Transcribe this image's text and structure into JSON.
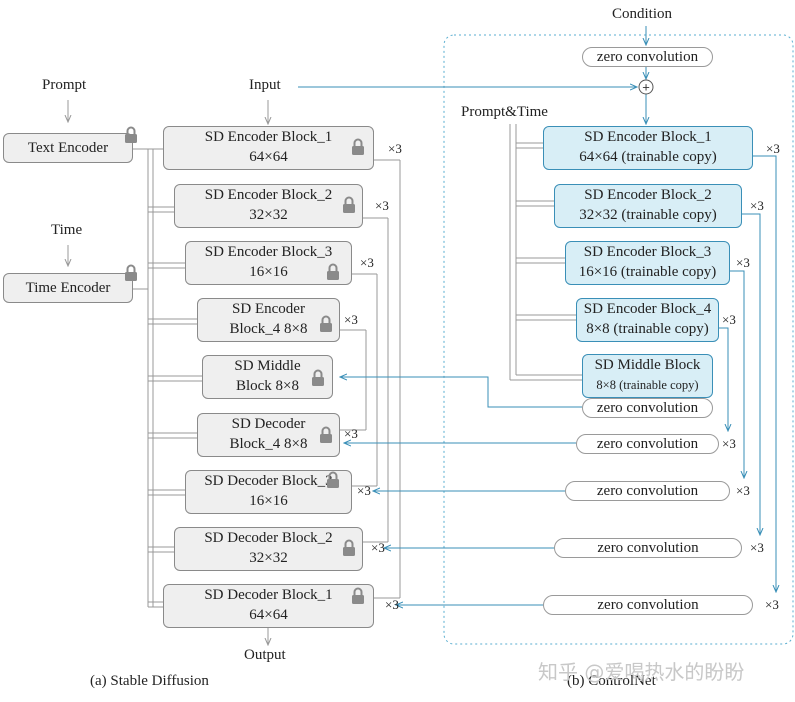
{
  "labels": {
    "prompt": "Prompt",
    "input": "Input",
    "time": "Time",
    "output": "Output",
    "condition": "Condition",
    "prompt_time": "Prompt&Time",
    "caption_a": "(a) Stable Diffusion",
    "caption_b": "(b) ControlNet",
    "watermark": "知乎 @爱喝热水的盼盼"
  },
  "encoders": {
    "text": "Text Encoder",
    "time": "Time Encoder"
  },
  "sd_blocks": [
    {
      "l1": "SD Encoder Block_1",
      "l2": "64×64",
      "mult": "×3"
    },
    {
      "l1": "SD Encoder Block_2",
      "l2": "32×32",
      "mult": "×3"
    },
    {
      "l1": "SD Encoder Block_3",
      "l2": "16×16",
      "mult": "×3"
    },
    {
      "l1": "SD Encoder",
      "l2": "Block_4 8×8",
      "mult": "×3"
    },
    {
      "l1": "SD Middle",
      "l2": "Block 8×8",
      "mult": ""
    },
    {
      "l1": "SD Decoder",
      "l2": "Block_4 8×8",
      "mult": "×3"
    },
    {
      "l1": "SD Decoder Block_3",
      "l2": "16×16",
      "mult": "×3"
    },
    {
      "l1": "SD Decoder Block_2",
      "l2": "32×32",
      "mult": "×3"
    },
    {
      "l1": "SD Decoder Block_1",
      "l2": "64×64",
      "mult": "×3"
    }
  ],
  "cn_blocks": [
    {
      "l1": "SD Encoder Block_1",
      "l2": "64×64 (trainable copy)",
      "mult": "×3"
    },
    {
      "l1": "SD Encoder Block_2",
      "l2": "32×32 (trainable copy)",
      "mult": "×3"
    },
    {
      "l1": "SD Encoder Block_3",
      "l2": "16×16 (trainable copy)",
      "mult": "×3"
    },
    {
      "l1": "SD Encoder Block_4",
      "l2": "8×8 (trainable copy)",
      "mult": "×3"
    },
    {
      "l1": "SD Middle Block",
      "l2": "8×8 (trainable copy)",
      "mult": ""
    }
  ],
  "zero_convs": [
    {
      "label": "zero convolution",
      "mult": ""
    },
    {
      "label": "zero convolution",
      "mult": ""
    },
    {
      "label": "zero convolution",
      "mult": "×3"
    },
    {
      "label": "zero convolution",
      "mult": "×3"
    },
    {
      "label": "zero convolution",
      "mult": "×3"
    },
    {
      "label": "zero convolution",
      "mult": "×3"
    }
  ],
  "add_symbol": "+",
  "colors": {
    "accent": "#3a8fb7",
    "cn_fill": "#d8eef6",
    "sd_fill": "#efefef"
  }
}
